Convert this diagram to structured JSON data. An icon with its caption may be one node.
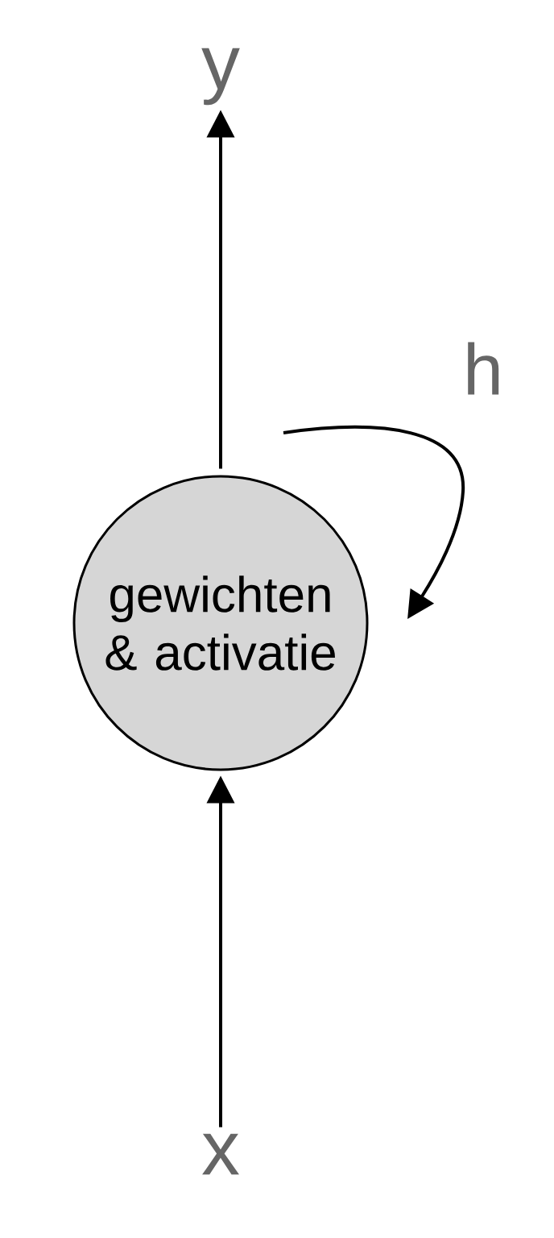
{
  "diagram": {
    "nodes": [
      {
        "text": [
          "y"
        ]
      },
      {
        "text": [
          "gewichten & activatie"
        ]
      },
      {
        "text": [
          "x"
        ]
      }
    ],
    "edges": [
      {
        "from": 2,
        "to": 1,
        "arrow": "to"
      },
      {
        "from": 1,
        "to": 0,
        "arrow": "to"
      },
      {
        "from": 1,
        "to": 1,
        "arrow": "to",
        "label": "h"
      }
    ]
  }
}
